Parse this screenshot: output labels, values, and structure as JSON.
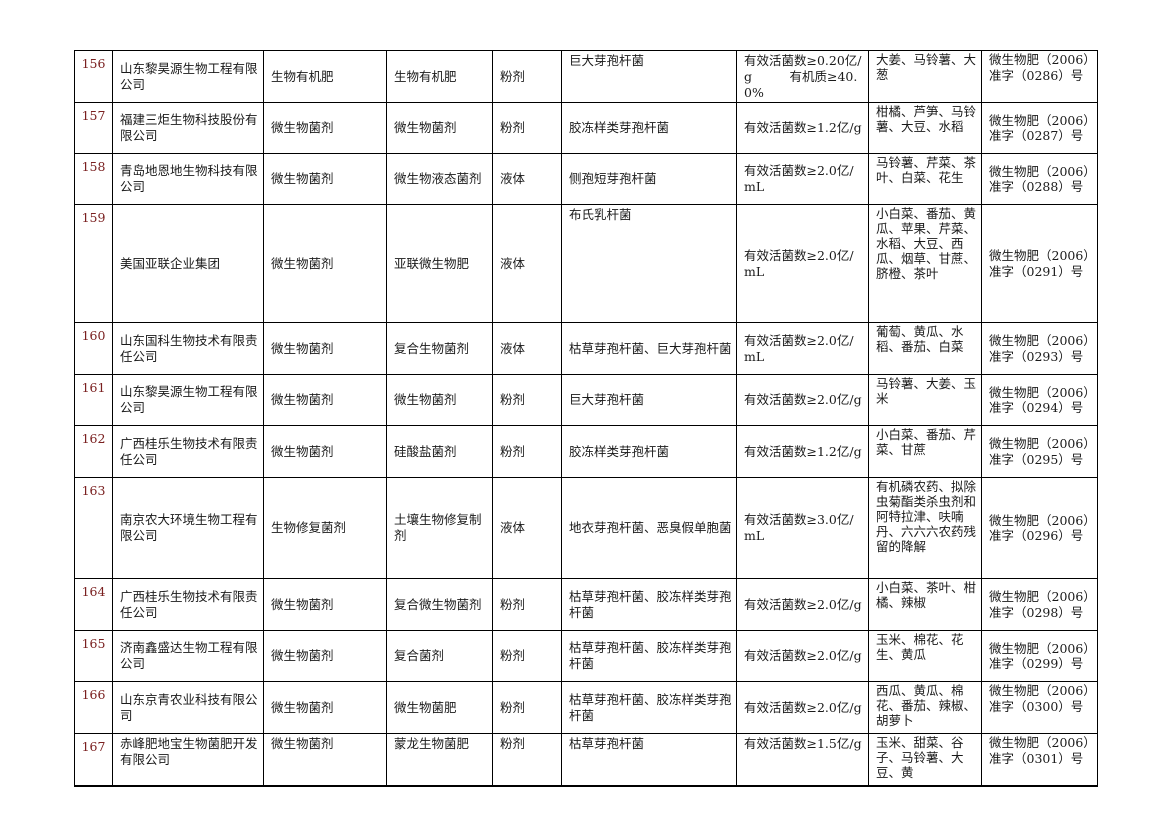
{
  "rows": [
    {
      "no": "156",
      "company": "山东黎昊源生物工程有限公司",
      "category": "生物有机肥",
      "product": "生物有机肥",
      "form": "粉剂",
      "strain": "巨大芽孢杆菌",
      "spec": "有效活菌数≥0.20亿/g　　　有机质≥40.0%",
      "crops": "大姜、马铃薯、大葱",
      "cert": "微生物肥（2006）准字（0286）号"
    },
    {
      "no": "157",
      "company": "福建三炬生物科技股份有限公司",
      "category": "微生物菌剂",
      "product": "微生物菌剂",
      "form": "粉剂",
      "strain": "胶冻样类芽孢杆菌",
      "spec": "有效活菌数≥1.2亿/g",
      "crops": "柑橘、芦笋、马铃薯、大豆、水稻",
      "cert": "微生物肥（2006）准字（0287）号"
    },
    {
      "no": "158",
      "company": "青岛地恩地生物科技有限公司",
      "category": "微生物菌剂",
      "product": "微生物液态菌剂",
      "form": "液体",
      "strain": "侧孢短芽孢杆菌",
      "spec": "有效活菌数≥2.0亿/mL",
      "crops": "马铃薯、芹菜、茶叶、白菜、花生",
      "cert": "微生物肥（2006）准字（0288）号"
    },
    {
      "no": "159",
      "company": "美国亚联企业集团",
      "category": "微生物菌剂",
      "product": "亚联微生物肥",
      "form": "液体",
      "strain": "布氏乳杆菌",
      "spec": "有效活菌数≥2.0亿/mL",
      "crops": "小白菜、番茄、黄瓜、苹果、芹菜、水稻、大豆、西瓜、烟草、甘蔗、脐橙、茶叶",
      "cert": "微生物肥（2006）准字（0291）号"
    },
    {
      "no": "160",
      "company": "山东国科生物技术有限责任公司",
      "category": "微生物菌剂",
      "product": "复合生物菌剂",
      "form": "液体",
      "strain": "枯草芽孢杆菌、巨大芽孢杆菌",
      "spec": "有效活菌数≥2.0亿/mL",
      "crops": "葡萄、黄瓜、水稻、番茄、白菜",
      "cert": "微生物肥（2006）准字（0293）号"
    },
    {
      "no": "161",
      "company": "山东黎昊源生物工程有限公司",
      "category": "微生物菌剂",
      "product": "微生物菌剂",
      "form": "粉剂",
      "strain": "巨大芽孢杆菌",
      "spec": "有效活菌数≥2.0亿/g",
      "crops": "马铃薯、大姜、玉米",
      "cert": "微生物肥（2006）准字（0294）号"
    },
    {
      "no": "162",
      "company": "广西桂乐生物技术有限责任公司",
      "category": "微生物菌剂",
      "product": "硅酸盐菌剂",
      "form": "粉剂",
      "strain": "胶冻样类芽孢杆菌",
      "spec": "有效活菌数≥1.2亿/g",
      "crops": "小白菜、番茄、芹菜、甘蔗",
      "cert": "微生物肥（2006）准字（0295）号"
    },
    {
      "no": "163",
      "company": "南京农大环境生物工程有限公司",
      "category": "生物修复菌剂",
      "product": "土壤生物修复制剂",
      "form": "液体",
      "strain": "地衣芽孢杆菌、恶臭假单胞菌",
      "spec": "有效活菌数≥3.0亿/mL",
      "crops": "有机磷农药、拟除虫菊酯类杀虫剂和阿特拉津、呋喃丹、六六六农药残留的降解",
      "cert": "微生物肥（2006）准字（0296）号"
    },
    {
      "no": "164",
      "company": "广西桂乐生物技术有限责任公司",
      "category": "微生物菌剂",
      "product": "复合微生物菌剂",
      "form": "粉剂",
      "strain": "枯草芽孢杆菌、胶冻样类芽孢杆菌",
      "spec": "有效活菌数≥2.0亿/g",
      "crops": "小白菜、茶叶、柑橘、辣椒",
      "cert": "微生物肥（2006）准字（0298）号"
    },
    {
      "no": "165",
      "company": "济南鑫盛达生物工程有限公司",
      "category": "微生物菌剂",
      "product": "复合菌剂",
      "form": "粉剂",
      "strain": "枯草芽孢杆菌、胶冻样类芽孢杆菌",
      "spec": "有效活菌数≥2.0亿/g",
      "crops": "玉米、棉花、花生、黄瓜",
      "cert": "微生物肥（2006）准字（0299）号"
    },
    {
      "no": "166",
      "company": "山东京青农业科技有限公司",
      "category": "微生物菌剂",
      "product": "微生物菌肥",
      "form": "粉剂",
      "strain": "枯草芽孢杆菌、胶冻样类芽孢杆菌",
      "spec": "有效活菌数≥2.0亿/g",
      "crops": "西瓜、黄瓜、棉花、番茄、辣椒、胡萝卜",
      "cert": "微生物肥（2006）准字（0300）号"
    },
    {
      "no": "167",
      "company": "赤峰肥地宝生物菌肥开发有限公司",
      "category": "微生物菌剂",
      "product": "蒙龙生物菌肥",
      "form": "粉剂",
      "strain": "枯草芽孢杆菌",
      "spec": "有效活菌数≥1.5亿/g",
      "crops": "玉米、甜菜、谷子、马铃薯、大豆、黄",
      "cert": "微生物肥（2006）准字（0301）号"
    }
  ]
}
